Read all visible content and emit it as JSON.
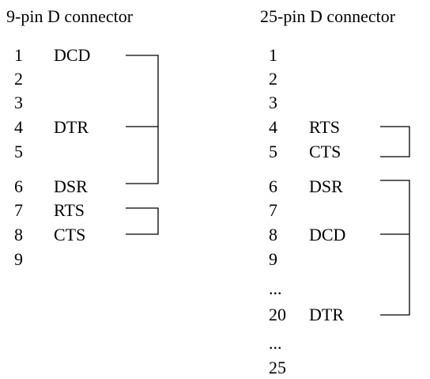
{
  "connectors": [
    {
      "title": "9-pin D connector",
      "pins": [
        {
          "number": "1",
          "signal": "DCD"
        },
        {
          "number": "2",
          "signal": ""
        },
        {
          "number": "3",
          "signal": ""
        },
        {
          "number": "4",
          "signal": "DTR"
        },
        {
          "number": "5",
          "signal": ""
        },
        {
          "number": "6",
          "signal": "DSR"
        },
        {
          "number": "7",
          "signal": "RTS"
        },
        {
          "number": "8",
          "signal": "CTS"
        },
        {
          "number": "9",
          "signal": ""
        }
      ],
      "loopbacks": [
        {
          "pins": [
            "1",
            "4",
            "6"
          ]
        },
        {
          "pins": [
            "7",
            "8"
          ]
        }
      ]
    },
    {
      "title": "25-pin D connector",
      "pins": [
        {
          "number": "1",
          "signal": ""
        },
        {
          "number": "2",
          "signal": ""
        },
        {
          "number": "3",
          "signal": ""
        },
        {
          "number": "4",
          "signal": "RTS"
        },
        {
          "number": "5",
          "signal": "CTS"
        },
        {
          "number": "6",
          "signal": "DSR"
        },
        {
          "number": "7",
          "signal": ""
        },
        {
          "number": "8",
          "signal": "DCD"
        },
        {
          "number": "9",
          "signal": ""
        },
        {
          "number": "...",
          "signal": ""
        },
        {
          "number": "20",
          "signal": "DTR"
        },
        {
          "number": "...",
          "signal": ""
        },
        {
          "number": "25",
          "signal": ""
        }
      ],
      "loopbacks": [
        {
          "pins": [
            "4",
            "5"
          ]
        },
        {
          "pins": [
            "6",
            "8",
            "20"
          ]
        }
      ]
    }
  ]
}
